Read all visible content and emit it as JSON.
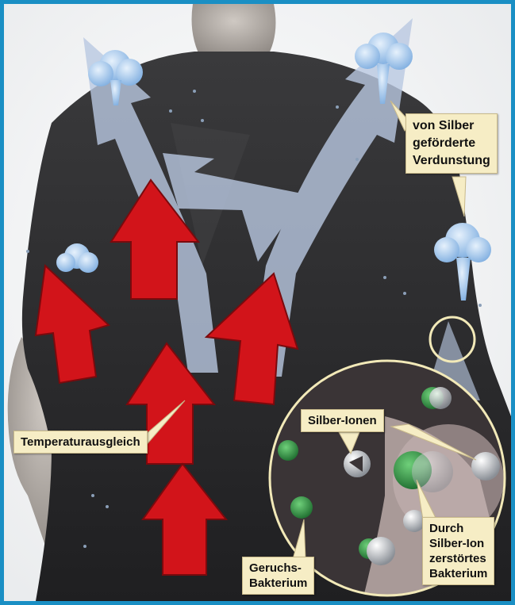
{
  "labels": {
    "evaporation": [
      "von Silber",
      "geförderte",
      "Verdunstung"
    ],
    "temperature": [
      "Temperaturausgleich"
    ],
    "silver_ions": [
      "Silber-Ionen"
    ],
    "odor_bacterium": [
      "Geruchs-",
      "Bakterium"
    ],
    "destroyed_bacterium": [
      "Durch",
      "Silber-Ion",
      "zerstörtes",
      "Bakterium"
    ]
  },
  "colors": {
    "frame": "#1a8fc4",
    "background": "#ffffff",
    "shirt": "#2b2b2d",
    "skin": "#b9b3ad",
    "airflow": "#b9c8e2",
    "heat_arrow": "#d2141a",
    "vapor": "#9cc3ec",
    "bacterium": "#2f9a46",
    "silver_ion": "#c8ccd2",
    "label_bg": "#f6edc5"
  },
  "icons": [
    "vapor-cloud-icon",
    "heat-arrow-icon",
    "silver-ion-icon",
    "bacterium-icon",
    "magnifier-circle-icon"
  ]
}
